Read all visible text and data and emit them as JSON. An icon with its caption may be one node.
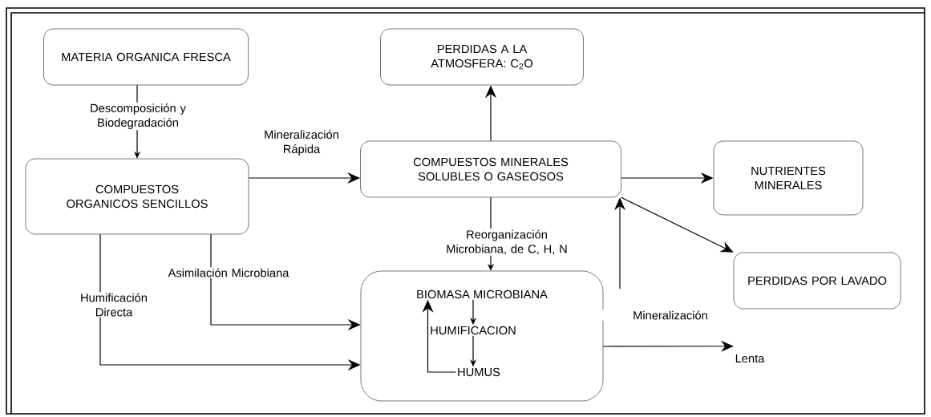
{
  "diagram": {
    "nodes": [
      {
        "text": [
          "MATERIA ORGANICA FRESCA"
        ]
      },
      {
        "text": [
          "PERDIDAS A LA ATMOSFERA: C$_{2}$O"
        ]
      },
      {
        "text": [
          "COMPUESTOS ORGANICOS SENCILLOS"
        ]
      },
      {
        "text": [
          "COMPUESTOS MINERALES SOLUBLES O GASEOSOS"
        ]
      },
      {
        "text": [
          "NUTRIENTES MINERALES"
        ]
      },
      {
        "text": [
          "PERDIDAS POR LAVADO"
        ]
      },
      {
        "text": [],
        "shape": "box"
      },
      {
        "text": [
          "BIOMASA MICROBIANA"
        ],
        "in": 6
      },
      {
        "text": [
          "HUMIFICACION"
        ],
        "in": 6
      },
      {
        "text": [
          "HUMUS"
        ],
        "in": 6
      },
      {
        "text": [
          "Lenta"
        ]
      }
    ],
    "edges": [
      {
        "from": 0,
        "to": 2,
        "arrow": "to",
        "label": "Descomposición y Biodegradación"
      },
      {
        "from": 2,
        "to": 3,
        "arrow": "to",
        "label": "Mineralización Rápida"
      },
      {
        "from": 3,
        "to": 1,
        "arrow": "to"
      },
      {
        "from": 3,
        "to": 4,
        "arrow": "to"
      },
      {
        "from": 3,
        "to": 5,
        "arrow": "to"
      },
      {
        "from": 3,
        "to": 6,
        "arrow": "to",
        "label": "Reorganización Microbiana, de C, H, N"
      },
      {
        "from": null,
        "to": 3,
        "arrow": "to"
      },
      {
        "from": 2,
        "to": 6,
        "arrow": "to",
        "label": "Asimilación Microbiana"
      },
      {
        "from": 2,
        "to": 6,
        "arrow": "to",
        "label": "Humificación Directa"
      },
      {
        "from": 7,
        "to": 8,
        "arrow": "to"
      },
      {
        "from": 8,
        "to": 9,
        "arrow": "to"
      },
      {
        "from": 9,
        "to": 7,
        "arrow": "to"
      },
      {
        "from": 6,
        "to": 10,
        "arrow": "to",
        "label": "Mineralización"
      }
    ]
  }
}
